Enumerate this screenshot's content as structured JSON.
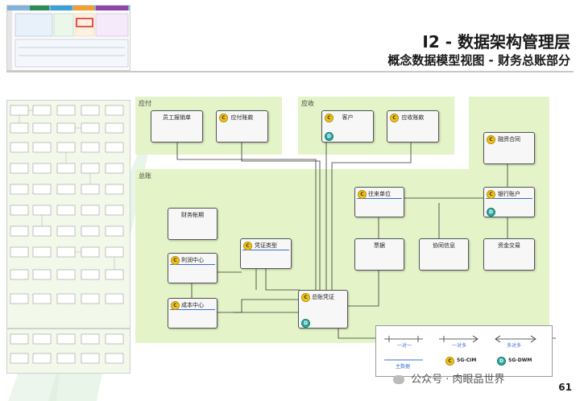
{
  "header": {
    "title": "I2 - 数据架构管理层",
    "subtitle": "概念数据模型视图 - 财务总账部分"
  },
  "zones": {
    "payable": "应付",
    "receivable": "应收",
    "ledger": "总账"
  },
  "entities": {
    "supplier": "员工报销单",
    "payable_account": "应付账款",
    "customer": "客户",
    "receivable_account": "应收账款",
    "contract": "融资合同",
    "counterparty": "往来单位",
    "bank_account": "银行账户",
    "bill": "票据",
    "agreement": "协同信息",
    "fund_transaction": "资金交易",
    "account_period": "财务帐期",
    "voucher_type": "凭证类型",
    "profit_center": "利润中心",
    "cost_center": "成本中心",
    "general_voucher": "总账凭证"
  },
  "legend": {
    "one_to_one": "一对一",
    "one_to_many": "一对多",
    "many_to_many": "多对多",
    "main_data": "主数据",
    "cim": "SG-CIM",
    "dwm": "SG-DWM"
  },
  "badges": {
    "c": "C",
    "d": "D"
  },
  "footer": {
    "text": "公众号 · 肉眼品世界",
    "page": "61"
  },
  "colors": {
    "zone": "#e4f4c8",
    "cim_badge": "#f0c419",
    "dwm_badge": "#2aa8a0",
    "main_data_line": "#3b6fd8"
  }
}
